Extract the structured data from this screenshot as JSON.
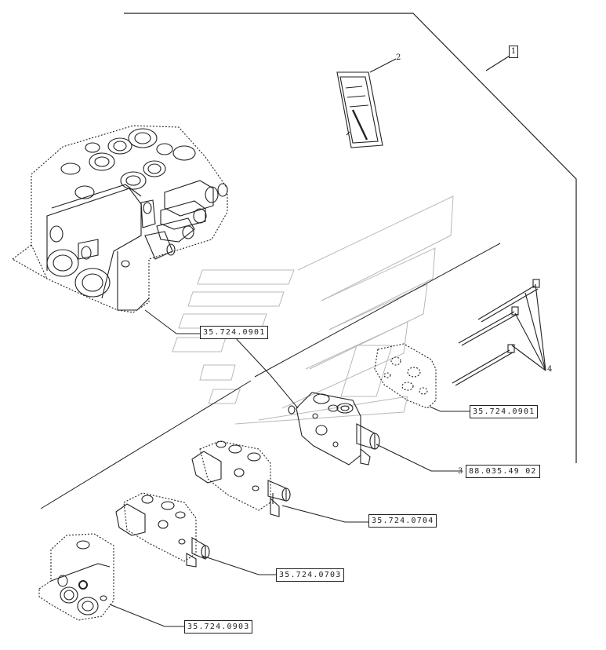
{
  "kit": {
    "number": "1"
  },
  "items": {
    "manual": {
      "number": "2"
    },
    "section_valve": {
      "number": "3",
      "ref": "88.035.49 02"
    },
    "rods": {
      "number": "4"
    }
  },
  "refs": {
    "valve_assembly": "35.724.0901",
    "plate": "35.724.0901",
    "section_0704": "35.724.0704",
    "section_0703": "35.724.0703",
    "inlet_0903": "35.724.0903"
  }
}
